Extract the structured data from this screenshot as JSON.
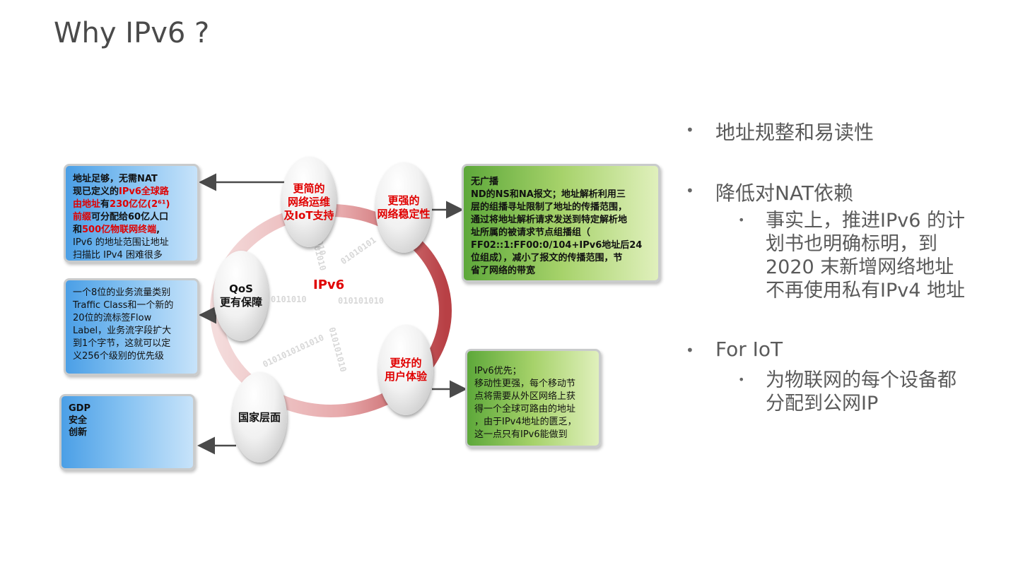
{
  "slide": {
    "title": "Why IPv6 ?"
  },
  "diagram": {
    "center_label": "IPv6",
    "ovals": {
      "ops": [
        "更简的",
        "网络运维",
        "及IoT支持"
      ],
      "stability": [
        "更强的",
        "网络稳定性"
      ],
      "qos": [
        "QoS",
        "更有保障"
      ],
      "ux": [
        "更好的",
        "用户体验"
      ],
      "national": [
        "国家层面"
      ]
    },
    "boxes": {
      "address": {
        "line1": "地址足够，无需NAT",
        "line2a": "现已定义的",
        "line2b": "IPv6全球路",
        "line3a": "由地址",
        "line3b": "有",
        "line3c": "230亿亿(2⁶¹)",
        "line4a": "前缀",
        "line4b": "可分配给60亿人口",
        "line5a": "和",
        "line5b": "500亿物联网终端",
        "line5c": ",",
        "line6": "IPv6 的地址范围让地址",
        "line7": "扫描比 IPv4 困难很多"
      },
      "qos": {
        "lines": [
          "一个8位的业务流量类别",
          "Traffic Class和一个新的",
          "20位的流标签Flow",
          "Label，业务流字段扩大",
          "到1个字节，这就可以定",
          "义256个级别的优先级"
        ]
      },
      "national": {
        "lines": [
          "GDP",
          "安全",
          "创新"
        ]
      },
      "broadcast": {
        "title": "无广播",
        "lines": [
          "ND的NS和NA报文；地址解析利用三",
          "层的组播寻址限制了地址的传播范围，",
          "通过将地址解析请求发送到特定解析地",
          "址所属的被请求节点组播组（",
          "FF02::1:FF00:0/104+IPv6地址后24",
          "位组成），减小了报文的传播范围，节",
          "省了网络的带宽"
        ]
      },
      "mobility": {
        "lines": [
          "IPv6优先；",
          "移动性更强，每个移动节",
          "点将需要从外区网络上获",
          "得一个全球可路由的地址",
          "，由于IPv4地址的匮乏，",
          "这一点只有IPv6能做到"
        ]
      }
    },
    "binary": [
      "0101010",
      "01010101",
      "0101010",
      "010101010",
      "101010",
      "010101010",
      "0101010101010",
      "0101010"
    ]
  },
  "bullets": {
    "b1": "地址规整和易读性",
    "b2": "降低对NAT依赖",
    "b2_sub": [
      "事实上，推进IPv6 的计",
      "划书也明确标明，到",
      "2020 末新增网络地址",
      "不再使用私有IPv4 地址"
    ],
    "b3": "For IoT",
    "b3_sub": [
      "为物联网的每个设备都",
      "分配到公网IP"
    ]
  },
  "colors": {
    "accent_red": "#e00000",
    "ring": "#c0474c",
    "blue_box": "#4b9fe6",
    "green_box": "#7dbb4a"
  }
}
